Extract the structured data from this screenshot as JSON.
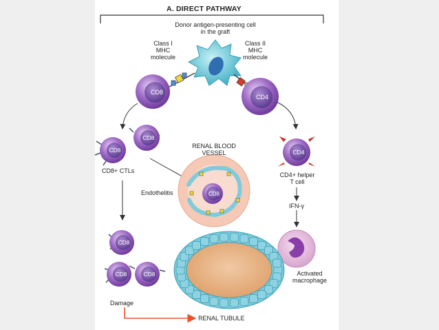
{
  "title": "A. DIRECT PATHWAY",
  "apc_label": "Donor antigen-presenting cell\nin the graft",
  "mhc1_label": "Class I\nMHC\nmolecule",
  "mhc2_label": "Class II\nMHC\nmolecule",
  "cd8": "CD8",
  "cd4": "CD4",
  "ctl_label": "CD8+ CTLs",
  "vessel_label": "RENAL BLOOD\nVESSEL",
  "endothelitis_label": "Endothelitis",
  "helper_label": "CD4+ helper\nT cell",
  "ifn_label": "IFN-γ",
  "macrophage_label": "Activated\nmacrophage",
  "damage_label": "Damage",
  "tubule_label": "RENAL TUBULE",
  "colors": {
    "t_cell": "#8a4fb5",
    "apc": "#5fc6d8",
    "tubule_epithelium": "#7fcbdc",
    "tubule_lumen": "#e8b588",
    "arrow_red": "#e8532a"
  }
}
